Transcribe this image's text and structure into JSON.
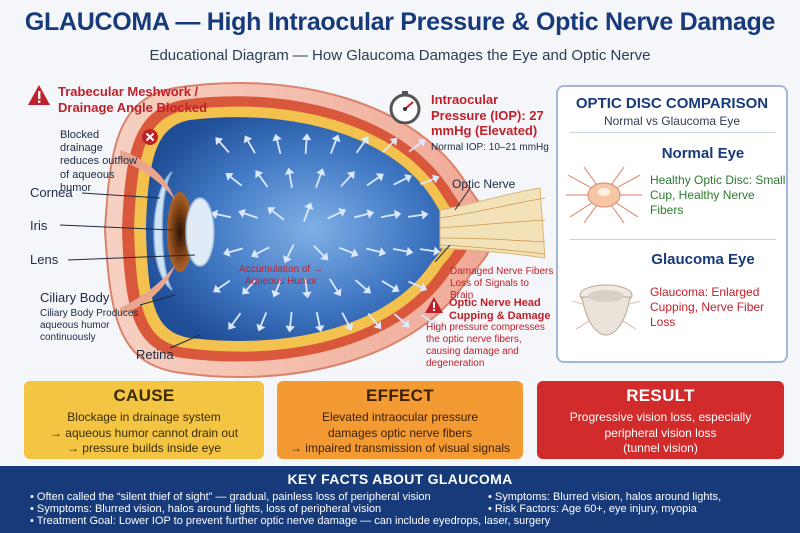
{
  "title": "GLAUCOMA — High Intraocular Pressure & Optic Nerve Damage",
  "subtitle": "Educational Diagram — How Glaucoma Damages the Eye and Optic Nerve",
  "labels": {
    "trab_title": "Trabecular Meshwork / Drainage Angle Blocked",
    "trab_desc": "Blocked drainage reduces outflow of aqueous humor",
    "iop_title": "Intraocular Pressure (IOP): 27 mmHg (Elevated)",
    "iop_normal": "Normal IOP: 10–21 mmHg",
    "cornea": "Cornea",
    "iris": "Iris",
    "lens": "Lens",
    "ciliary_title": "Ciliary Body",
    "ciliary_desc": "Ciliary Body Produces aqueous humor continuously",
    "retina": "Retina",
    "accumulation": "Accumulation of → Aqueous Humor",
    "optic_nerve": "Optic Nerve",
    "damaged_fibers": "Damaged Nerve Fibers Loss of Signals to Brain",
    "cupping_title": "Optic Nerve Head Cupping & Damage",
    "cupping_desc": "High pressure compresses the optic nerve fibers, causing damage and degeneration"
  },
  "panel": {
    "title": "OPTIC DISC COMPARISON",
    "subtitle": "Normal vs Glaucoma Eye",
    "normal_name": "Normal Eye",
    "normal_desc": "Healthy Optic Disc: Small Cup, Healthy Nerve Fibers",
    "glaucoma_name": "Glaucoma Eye",
    "glaucoma_desc": "Glaucoma: Enlarged Cupping, Nerve Fiber Loss"
  },
  "boxes": {
    "cause_title": "CAUSE",
    "cause_lines": [
      "Blockage in drainage system",
      "→ aqueous humor cannot drain out",
      "→ pressure builds inside eye"
    ],
    "effect_title": "EFFECT",
    "effect_lines": [
      "Elevated intraocular pressure",
      "damages optic nerve fibers",
      "→ impaired transmission of visual signals"
    ],
    "result_title": "RESULT",
    "result_lines": [
      "Progressive vision loss, especially",
      "peripheral vision loss",
      "(tunnel vision)"
    ]
  },
  "facts": {
    "title": "KEY FACTS ABOUT GLAUCOMA",
    "items": [
      "• Often called the “silent thief of sight” — gradual, painless loss of peripheral vision",
      "• Symptoms: Blurred vision, halos around lights, loss of peripheral vision",
      "• Treatment Goal: Lower IOP to prevent further optic nerve damage — can include eyedrops, laser, surgery",
      "• Symptoms: Blurred vision, halos around lights,",
      "• Risk Factors: Age 60+, eye injury, myopia"
    ]
  },
  "colors": {
    "title_blue": "#173a7a",
    "alert_red": "#c0202a",
    "cause_yellow": "#f4c542",
    "effect_orange": "#f39a32",
    "result_red": "#d22b2b",
    "vitreous_blue": "#2a5fa8",
    "sclera_pink": "#f1a99a"
  },
  "icons": [
    "warning-triangle-icon",
    "blocked-x-icon",
    "pressure-gauge-icon"
  ]
}
